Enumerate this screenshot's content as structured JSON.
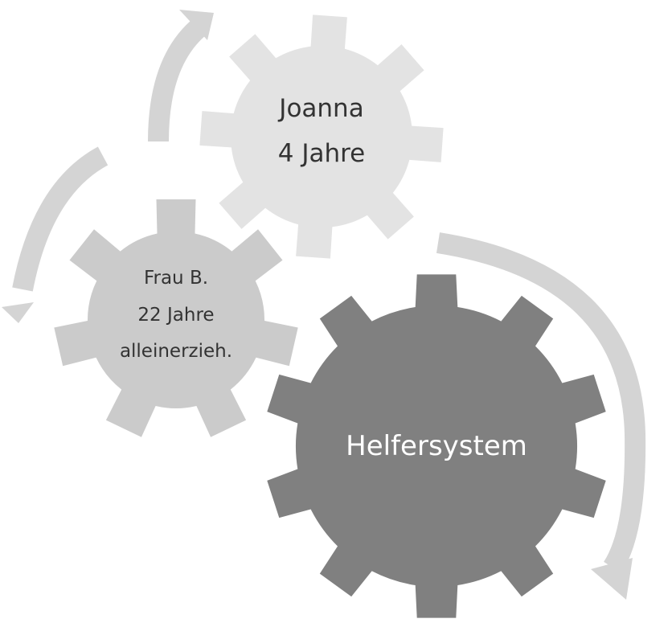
{
  "gears": {
    "joanna": {
      "line1": "Joanna",
      "line2": "4 Jahre",
      "color": "#e3e3e3",
      "text_color": "#333333"
    },
    "frau": {
      "line1": "Frau B.",
      "line2": "22 Jahre",
      "line3": "alleinerzieh.",
      "color": "#cbcbcb",
      "text_color": "#333333"
    },
    "helfer": {
      "label": "Helfersystem",
      "color": "#808080",
      "text_color": "#ffffff"
    }
  },
  "arrows": {
    "color": "#d4d4d4"
  }
}
